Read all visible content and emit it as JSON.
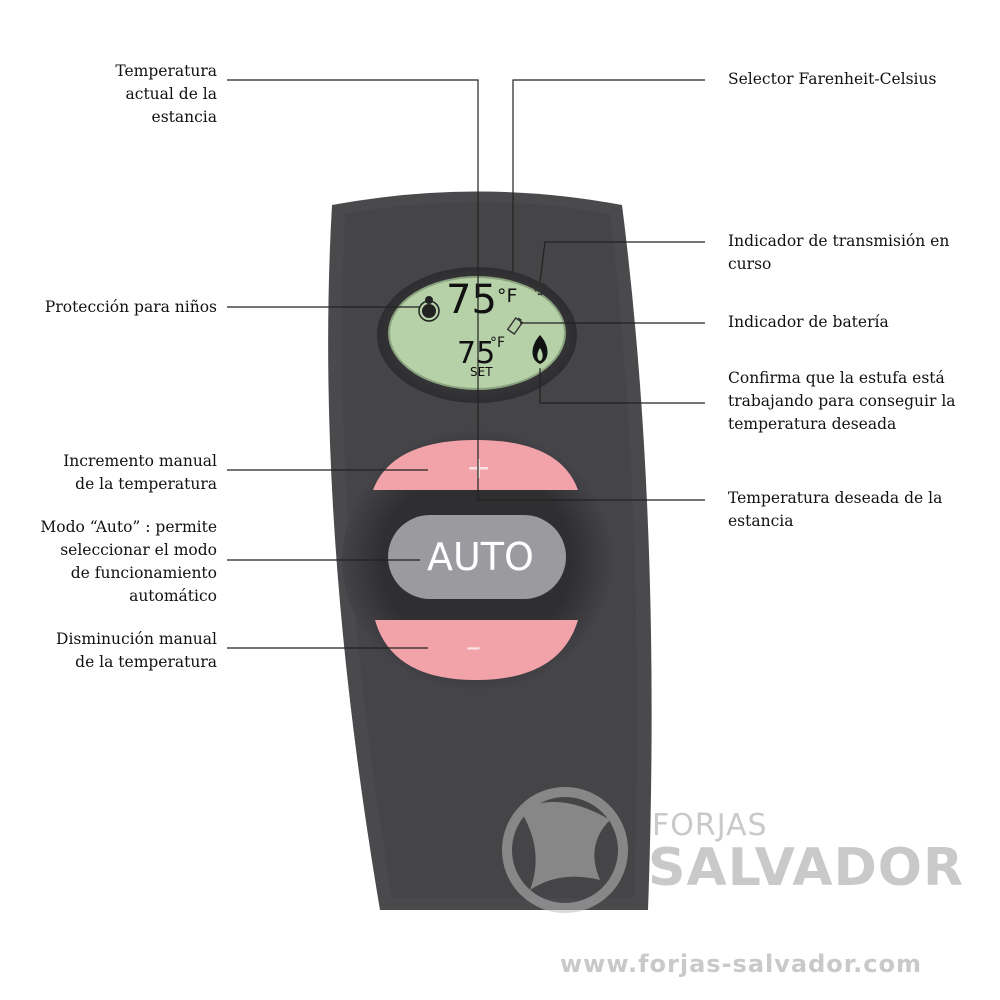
{
  "display": {
    "room_temp": "75",
    "room_unit": "°F",
    "set_temp": "75",
    "set_unit": "°F",
    "set_label": "SET"
  },
  "buttons": {
    "plus": "+",
    "auto": "AUTO",
    "minus": "–"
  },
  "callouts": {
    "room_temperature": "Temperatura\nactual de la\nestancia",
    "child_lock": "Protección para niños",
    "manual_increase": "Incremento manual\nde la temperatura",
    "auto_mode": "Modo “Auto” : permite\nseleccionar el modo\nde funcionamiento\nautomático",
    "manual_decrease": "Disminución manual\nde la temperatura",
    "unit_selector": "Selector Farenheit-Celsius",
    "transmission": "Indicador de transmisión en\ncurso",
    "battery": "Indicador de batería",
    "flame_confirm": "Confirma que la estufa está\ntrabajando para conseguir la\ntemperatura deseada",
    "set_temperature": "Temperatura deseada de la\nestancia"
  },
  "watermark": {
    "brand_top": "FORJAS",
    "brand_main": "SALVADOR",
    "url": "www.forjas-salvador.com"
  },
  "colors": {
    "remote_body": "#4a494c",
    "remote_inner": "#3c3b3e",
    "lcd": "#b6d1a8",
    "button_pink": "#f2a3aa",
    "button_grey": "#9b9a9e",
    "leader_line": "#222222"
  }
}
